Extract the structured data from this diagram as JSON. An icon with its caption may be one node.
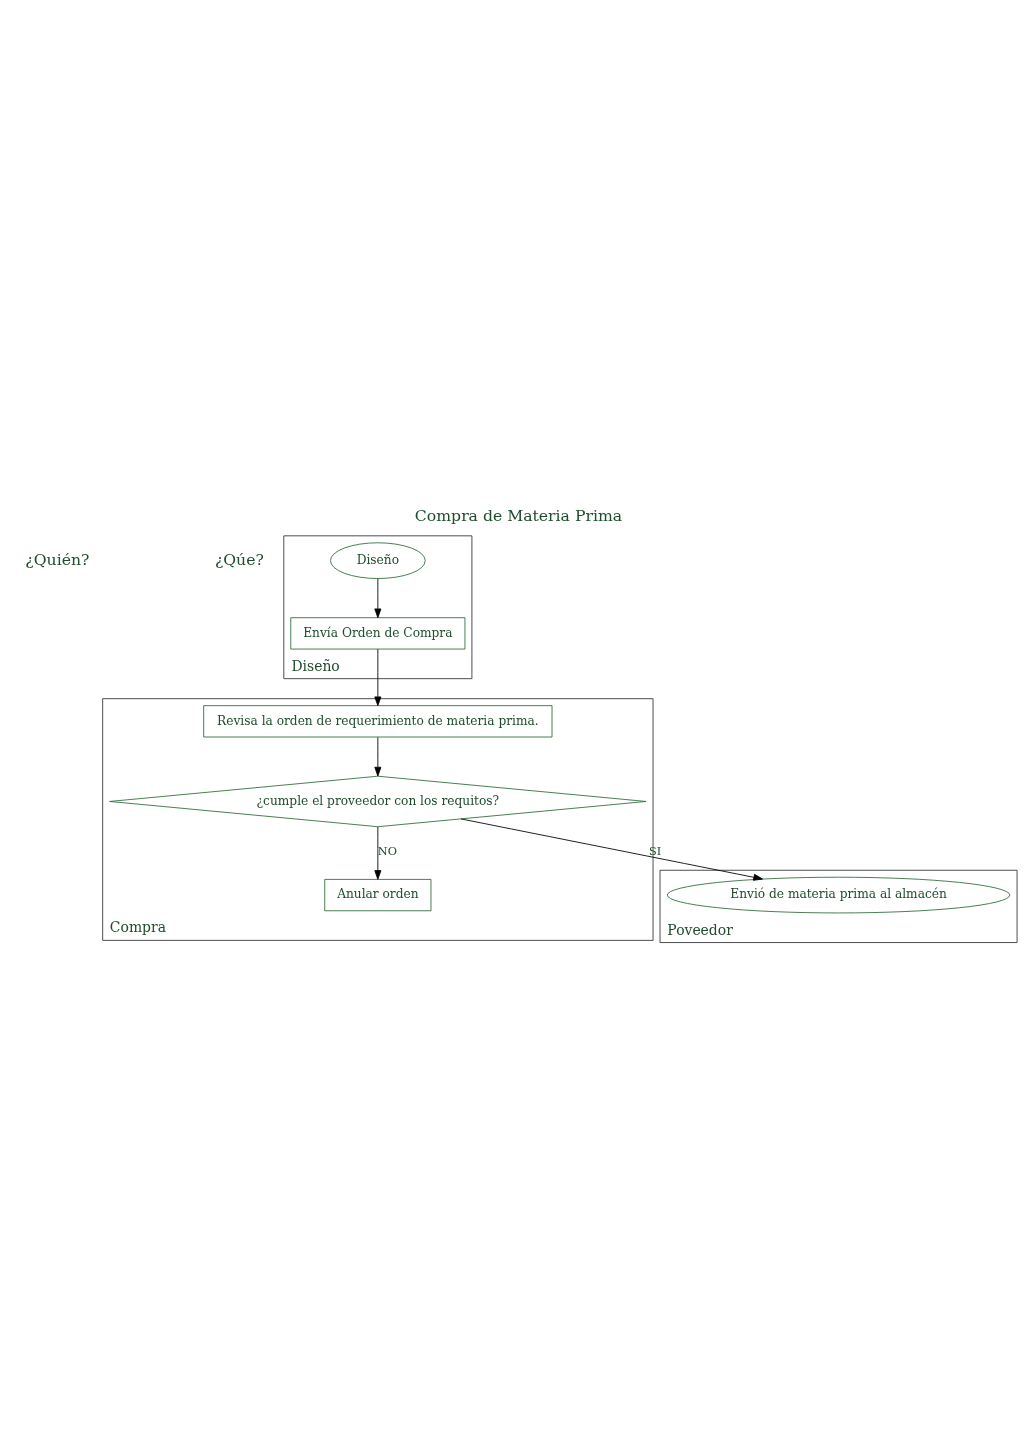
{
  "diagram": {
    "title": "Compra de Materia Prima",
    "nodes": [
      {
        "text": [
          "Diseño"
        ]
      },
      {
        "text": [
          "Envía Orden de Compra"
        ],
        "in": 0
      },
      {
        "text": [
          "Diseño"
        ],
        "in": 0
      },
      {
        "text": [
          "Compra"
        ]
      },
      {
        "text": [
          "Anular orden"
        ],
        "in": 3
      },
      {
        "text": [
          "Revisa la orden de requerimiento de materia prima."
        ],
        "in": 3
      },
      {
        "text": [
          "¿cumple el proveedor con los requitos?"
        ],
        "in": 3
      },
      {
        "text": [
          "Poveedor"
        ]
      },
      {
        "text": [
          "Envió de materia prima al almacén"
        ],
        "in": 7
      }
    ],
    "edges": [
      {
        "from": 2,
        "to": 1,
        "arrow": "to"
      },
      {
        "from": 1,
        "to": 5,
        "arrow": "to"
      },
      {
        "from": 5,
        "to": 6,
        "arrow": "to"
      },
      {
        "from": 6,
        "to": 4,
        "label": "NO",
        "arrow": "to"
      },
      {
        "from": 6,
        "to": 8,
        "label": "SI",
        "arrow": "to"
      }
    ],
    "labels": [
      "¿Quién?",
      "¿Qúe?"
    ]
  }
}
